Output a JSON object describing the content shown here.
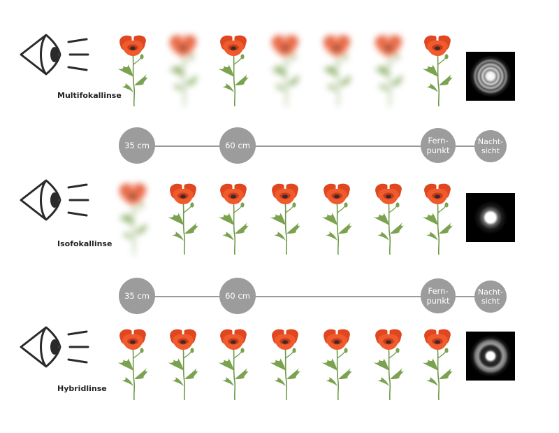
{
  "rows": [
    {
      "label": "Multifokallinse",
      "flowers": [
        "sharp",
        "blurred",
        "sharp",
        "blurred",
        "blurred",
        "blurred",
        "sharp"
      ],
      "psf": "rings"
    },
    {
      "label": "Isofokallinse",
      "flowers": [
        "blurred",
        "sharp",
        "sharp",
        "sharp",
        "sharp",
        "sharp",
        "sharp"
      ],
      "psf": "spot"
    },
    {
      "label": "Hybridlinse",
      "flowers": [
        "sharp",
        "sharp",
        "sharp",
        "sharp",
        "sharp",
        "sharp",
        "sharp"
      ],
      "psf": "spot-halo"
    }
  ],
  "scale": {
    "m1": "35 cm",
    "m2": "60 cm",
    "m3": "Fern-\npunkt",
    "m4": "Nacht-\nsicht"
  },
  "colors": {
    "petal": "#e8502a",
    "petal_dark": "#c83a1a",
    "stem": "#6f9a48",
    "marker": "#9c9c9c",
    "line": "#9a9a9a"
  },
  "icons": [
    "eye-icon",
    "poppy-icon"
  ]
}
